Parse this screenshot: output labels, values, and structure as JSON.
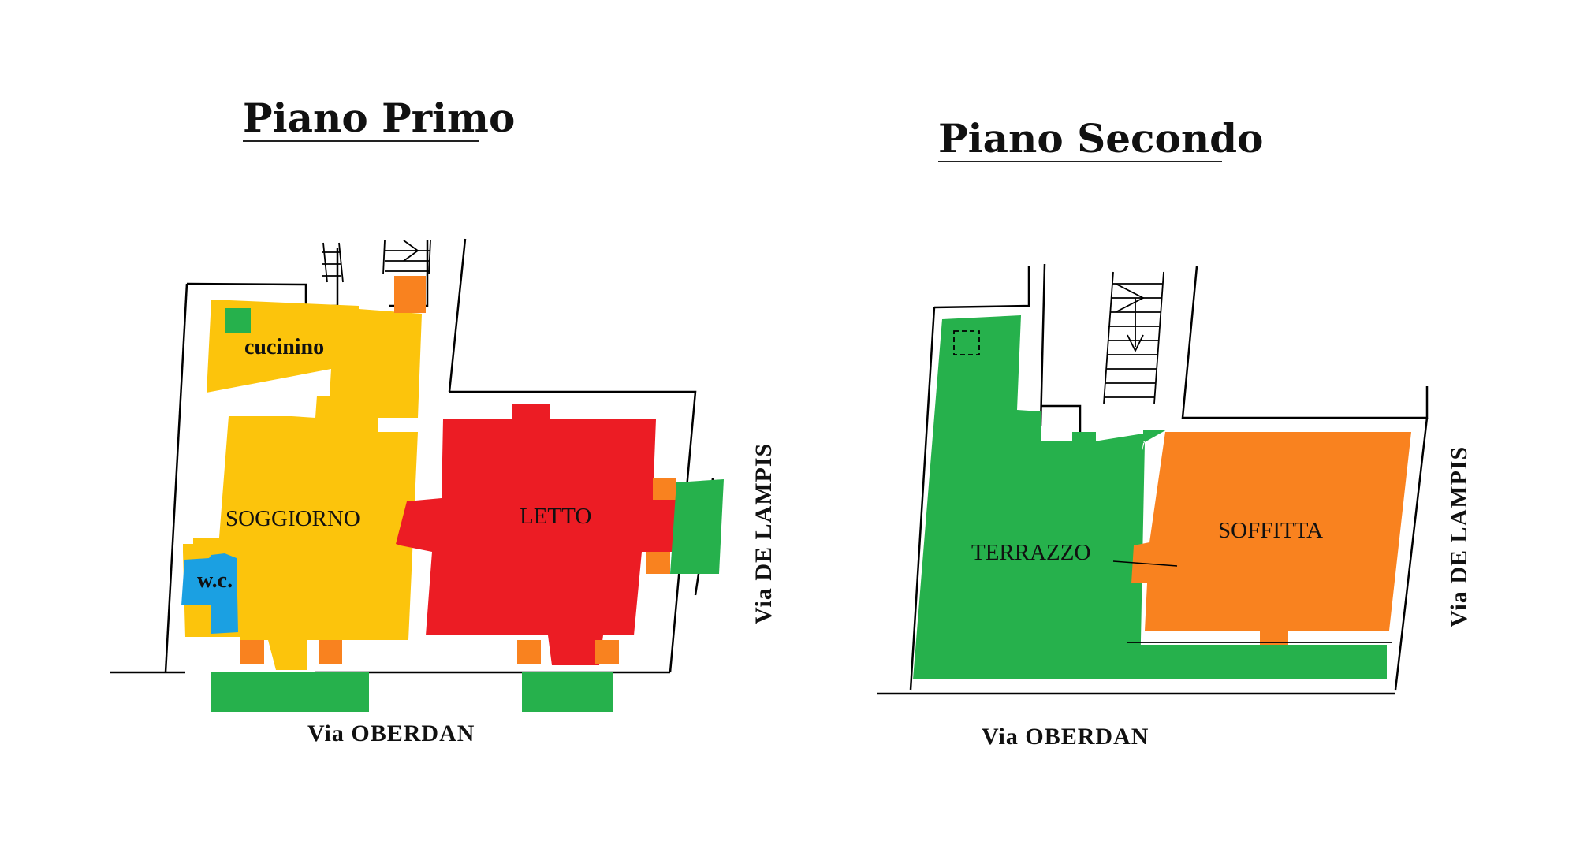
{
  "plans": [
    {
      "title": "Piano Primo",
      "rooms": {
        "kitchen": "cucinino",
        "living": "SOGGIORNO",
        "bedroom": "LETTO",
        "bathroom": "w.c."
      },
      "streets": {
        "bottom": "Via   OBERDAN",
        "right": "Via   DE LAMPIS"
      }
    },
    {
      "title": "Piano Secondo",
      "rooms": {
        "terrace": "TERRAZZO",
        "attic": "SOFFITTA"
      },
      "streets": {
        "bottom": "Via   OBERDAN",
        "right": "Via   DE LAMPIS"
      }
    }
  ],
  "colors": {
    "living": "#fcc40c",
    "bedroom": "#ec1c24",
    "terrace": "#26b14c",
    "attic": "#f9821f",
    "bathroom": "#1ba0e2",
    "balcony": "#26b14c",
    "flue": "#f9821f"
  }
}
